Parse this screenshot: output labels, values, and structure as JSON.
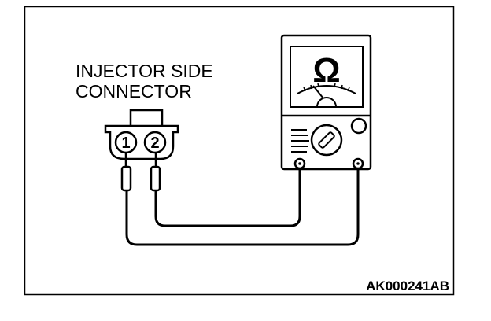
{
  "connector": {
    "label_line1": "INJECTOR SIDE",
    "label_line2": "CONNECTOR",
    "pins": [
      "1",
      "2"
    ]
  },
  "meter": {
    "symbol": "Ω",
    "icon": "ohmmeter-icon"
  },
  "figure_code": "AK000241AB",
  "colors": {
    "line": "#000000",
    "background": "#ffffff"
  }
}
